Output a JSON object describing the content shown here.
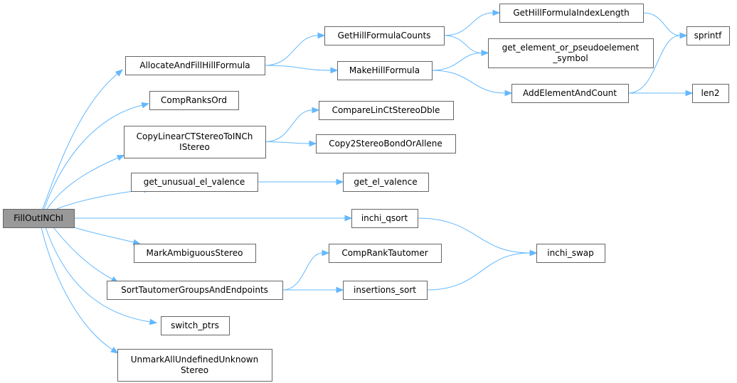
{
  "colors": {
    "edge": "#63b8ff",
    "node_border": "#666666",
    "root_fill": "#999999",
    "node_fill": "#ffffff"
  },
  "nodes": [
    {
      "id": "n_fillout",
      "lines": [
        "FillOutINChI"
      ],
      "root": true
    },
    {
      "id": "n_allocate",
      "lines": [
        "AllocateAndFillHillFormula"
      ]
    },
    {
      "id": "n_compranksord",
      "lines": [
        "CompRanksOrd"
      ]
    },
    {
      "id": "n_copylinear",
      "lines": [
        "CopyLinearCTStereoToINCh",
        "IStereo"
      ]
    },
    {
      "id": "n_getunusual",
      "lines": [
        "get_unusual_el_valence"
      ]
    },
    {
      "id": "n_markamb",
      "lines": [
        "MarkAmbiguousStereo"
      ]
    },
    {
      "id": "n_sorttaut",
      "lines": [
        "SortTautomerGroupsAndEndpoints"
      ]
    },
    {
      "id": "n_switchptrs",
      "lines": [
        "switch_ptrs"
      ]
    },
    {
      "id": "n_unmark",
      "lines": [
        "UnmarkAllUndefinedUnknown",
        "Stereo"
      ]
    },
    {
      "id": "n_gethillcounts",
      "lines": [
        "GetHillFormulaCounts"
      ]
    },
    {
      "id": "n_makehill",
      "lines": [
        "MakeHillFormula"
      ]
    },
    {
      "id": "n_comparelin",
      "lines": [
        "CompareLinCtStereoDble"
      ]
    },
    {
      "id": "n_copy2stereo",
      "lines": [
        "Copy2StereoBondOrAllene"
      ]
    },
    {
      "id": "n_getelval",
      "lines": [
        "get_el_valence"
      ]
    },
    {
      "id": "n_inchiqsort",
      "lines": [
        "inchi_qsort"
      ]
    },
    {
      "id": "n_compranktaut",
      "lines": [
        "CompRankTautomer"
      ]
    },
    {
      "id": "n_insertions",
      "lines": [
        "insertions_sort"
      ]
    },
    {
      "id": "n_gethillindex",
      "lines": [
        "GetHillFormulaIndexLength"
      ]
    },
    {
      "id": "n_getelement",
      "lines": [
        "get_element_or_pseudoelement",
        "_symbol"
      ]
    },
    {
      "id": "n_addelement",
      "lines": [
        "AddElementAndCount"
      ]
    },
    {
      "id": "n_sprintf",
      "lines": [
        "sprintf"
      ]
    },
    {
      "id": "n_len2",
      "lines": [
        "len2"
      ]
    },
    {
      "id": "n_inchiswap",
      "lines": [
        "inchi_swap"
      ]
    }
  ],
  "edges": [
    {
      "from": "n_fillout",
      "to": "n_allocate"
    },
    {
      "from": "n_fillout",
      "to": "n_compranksord"
    },
    {
      "from": "n_fillout",
      "to": "n_copylinear"
    },
    {
      "from": "n_fillout",
      "to": "n_getunusual"
    },
    {
      "from": "n_fillout",
      "to": "n_inchiqsort"
    },
    {
      "from": "n_fillout",
      "to": "n_markamb"
    },
    {
      "from": "n_fillout",
      "to": "n_sorttaut"
    },
    {
      "from": "n_fillout",
      "to": "n_switchptrs"
    },
    {
      "from": "n_fillout",
      "to": "n_unmark"
    },
    {
      "from": "n_allocate",
      "to": "n_gethillcounts"
    },
    {
      "from": "n_allocate",
      "to": "n_makehill"
    },
    {
      "from": "n_gethillcounts",
      "to": "n_gethillindex"
    },
    {
      "from": "n_gethillcounts",
      "to": "n_getelement"
    },
    {
      "from": "n_gethillindex",
      "to": "n_sprintf"
    },
    {
      "from": "n_makehill",
      "to": "n_getelement"
    },
    {
      "from": "n_makehill",
      "to": "n_addelement"
    },
    {
      "from": "n_addelement",
      "to": "n_sprintf"
    },
    {
      "from": "n_addelement",
      "to": "n_len2"
    },
    {
      "from": "n_copylinear",
      "to": "n_comparelin"
    },
    {
      "from": "n_copylinear",
      "to": "n_copy2stereo"
    },
    {
      "from": "n_getunusual",
      "to": "n_getelval"
    },
    {
      "from": "n_inchiqsort",
      "to": "n_inchiswap"
    },
    {
      "from": "n_sorttaut",
      "to": "n_compranktaut"
    },
    {
      "from": "n_sorttaut",
      "to": "n_insertions"
    },
    {
      "from": "n_insertions",
      "to": "n_inchiswap"
    }
  ]
}
